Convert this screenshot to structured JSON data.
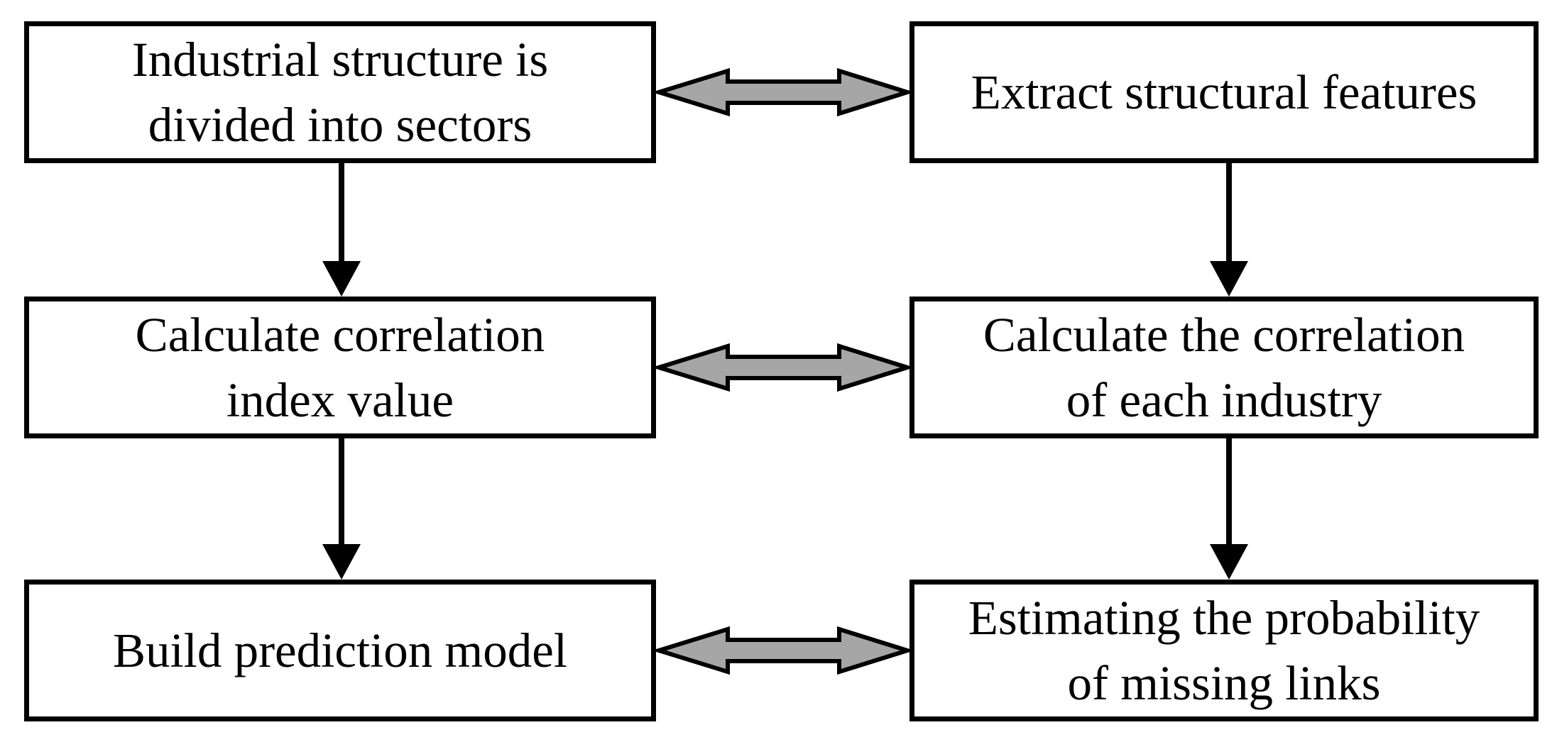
{
  "diagram": {
    "left_column": [
      {
        "lines": [
          "Industrial structure is",
          "divided into sectors"
        ]
      },
      {
        "lines": [
          "Calculate correlation",
          "index value"
        ]
      },
      {
        "lines": [
          "Build prediction model"
        ]
      }
    ],
    "right_column": [
      {
        "lines": [
          "Extract structural features"
        ]
      },
      {
        "lines": [
          "Calculate the correlation",
          "of each industry"
        ]
      },
      {
        "lines": [
          "Estimating the probability",
          "of missing links"
        ]
      }
    ],
    "colors": {
      "border": "#000000",
      "double_arrow_fill": "#a6a6a6",
      "arrow": "#000000"
    }
  }
}
